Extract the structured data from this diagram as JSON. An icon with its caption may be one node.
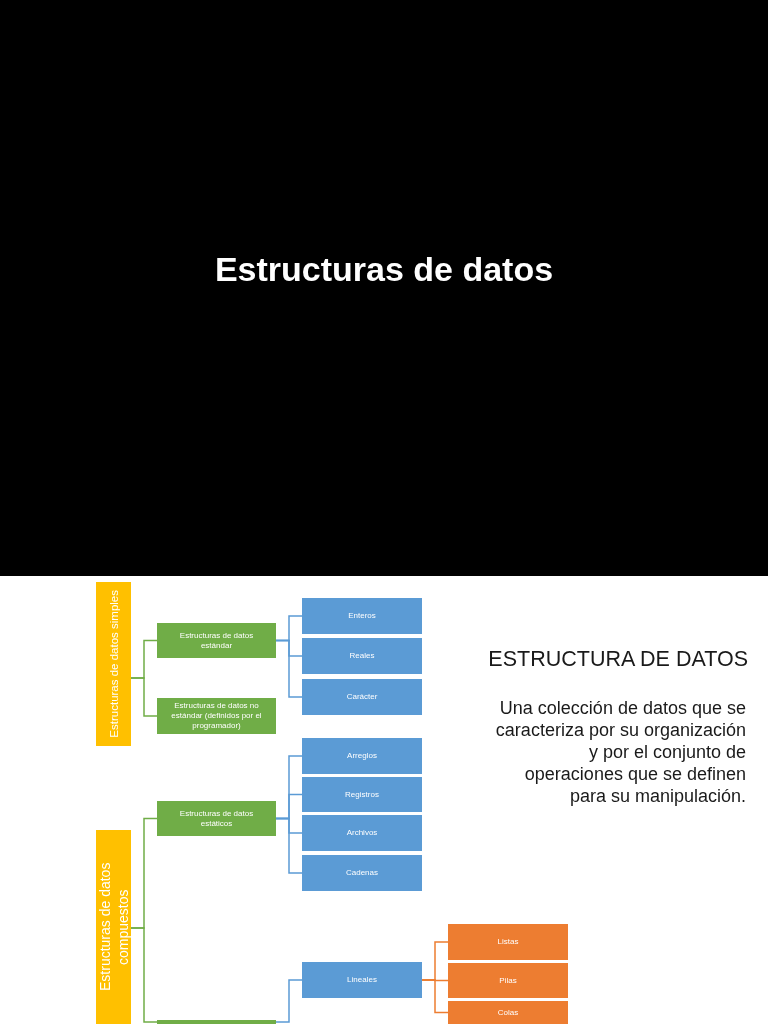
{
  "diagram": {
    "title": "Estructuras de datos",
    "nodes": [
      {
        "text": [
          "Estructuras de datos simples"
        ]
      },
      {
        "text": [
          "Estructuras de datos estándar"
        ]
      },
      {
        "text": [
          "Estructuras de datos no estándar (definidos por el programador)"
        ]
      },
      {
        "text": [
          "Enteros"
        ]
      },
      {
        "text": [
          "Reales"
        ]
      },
      {
        "text": [
          "Carácter"
        ]
      },
      {
        "text": [
          "Estructuras de datos compuestos"
        ]
      },
      {
        "text": [
          "Estructuras de datos estáticos"
        ]
      },
      {
        "text": [
          "Arreglos"
        ]
      },
      {
        "text": [
          "Registros"
        ]
      },
      {
        "text": [
          "Archivos"
        ]
      },
      {
        "text": [
          "Cadenas"
        ]
      },
      {
        "text": [],
        "shape": "box"
      },
      {
        "text": [
          "Lineales"
        ]
      },
      {
        "text": [
          "Listas"
        ]
      },
      {
        "text": [
          "Pilas"
        ]
      },
      {
        "text": [
          "Colas"
        ]
      }
    ],
    "edges": [
      {
        "from": 0,
        "to": 1,
        "arrow": "none",
        "color": "#70ad47"
      },
      {
        "from": 0,
        "to": 2,
        "arrow": "none",
        "color": "#70ad47"
      },
      {
        "from": 1,
        "to": 3,
        "arrow": "none"
      },
      {
        "from": 1,
        "to": 4,
        "arrow": "none"
      },
      {
        "from": 1,
        "to": 5,
        "arrow": "none"
      },
      {
        "from": 6,
        "to": 7,
        "arrow": "none",
        "color": "#70ad47"
      },
      {
        "from": 6,
        "to": 12,
        "arrow": "none",
        "color": "#70ad47"
      },
      {
        "from": 7,
        "to": 8,
        "arrow": "none"
      },
      {
        "from": 7,
        "to": 9,
        "arrow": "none"
      },
      {
        "from": 7,
        "to": 10,
        "arrow": "none"
      },
      {
        "from": 7,
        "to": 11,
        "arrow": "none"
      },
      {
        "from": 12,
        "to": 13,
        "arrow": "none"
      },
      {
        "from": 13,
        "to": 14,
        "arrow": "none",
        "color": "#ed7d31"
      },
      {
        "from": 13,
        "to": 15,
        "arrow": "none",
        "color": "#ed7d31"
      },
      {
        "from": 13,
        "to": 16,
        "arrow": "none",
        "color": "#ed7d31"
      }
    ],
    "labels": [
      "ESTRUCTURA DE DATOS",
      "Una colección de datos que se caracteriza por su organización y por el conjunto de operaciones que se definen para su manipulación."
    ]
  }
}
